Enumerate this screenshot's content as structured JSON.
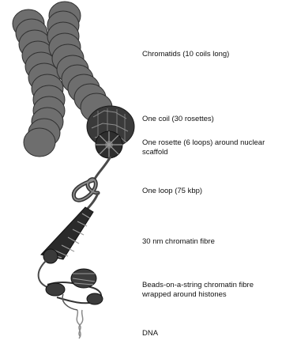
{
  "labels": {
    "chromatids": "Chromatids (10 coils long)",
    "coil": "One coil (30 rosettes)",
    "rosette": "One rosette (6 loops) around nuclear\nscaffold",
    "loop": "One loop (75 kbp)",
    "fibre30": "30 nm chromatin fibre",
    "beads": "Beads-on-a-string chromatin fibre\nwrapped around histones",
    "dna": "DNA"
  },
  "colors": {
    "chromatid_fill": "#6e6e6e",
    "chromatid_stroke": "#303030",
    "fibre_fill": "#5c5c5c",
    "dark": "#262626",
    "dna": "#8a8a8a"
  }
}
